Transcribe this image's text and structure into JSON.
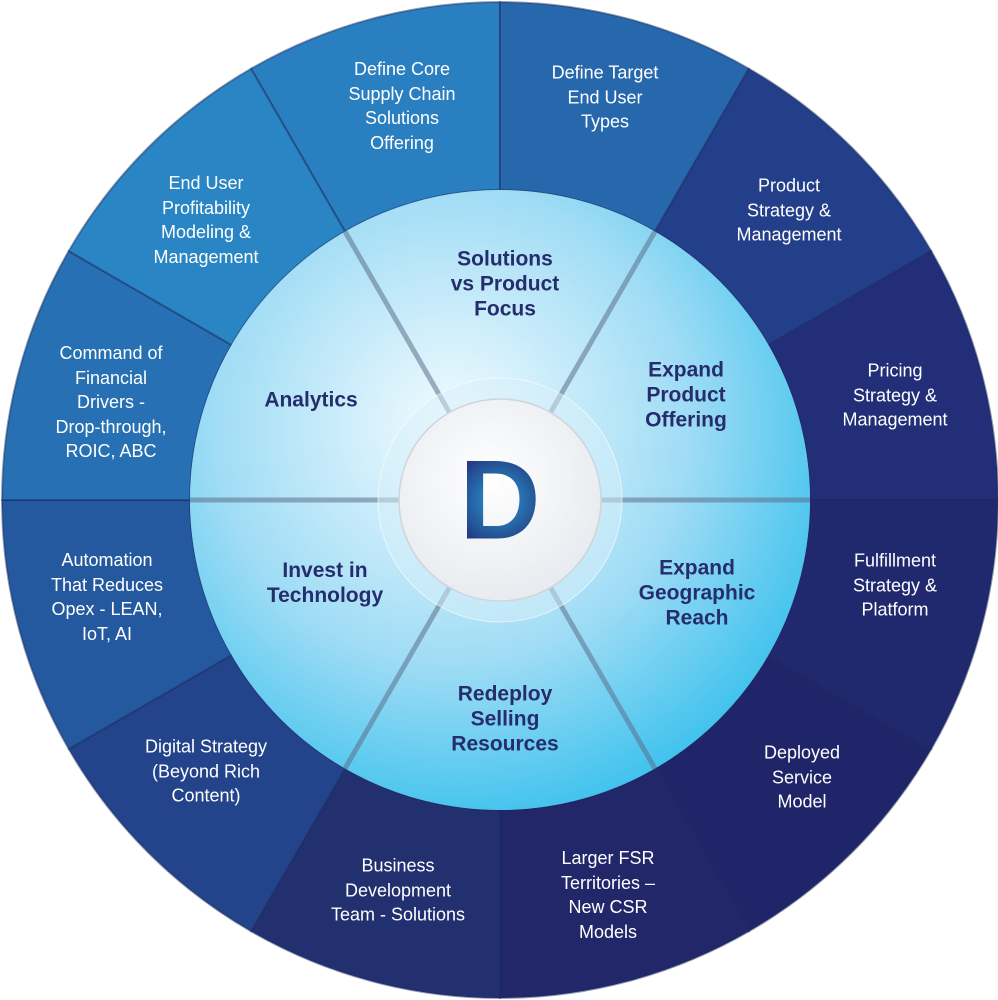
{
  "center": {
    "letter": "D"
  },
  "colors": {
    "outer_light": "#2a86c6",
    "outer_dark": "#1f276a",
    "inner_light": "#e8f7fd",
    "inner_dark": "#2fc0ee",
    "inner_text": "#262d6c"
  },
  "inner_segments": [
    {
      "lines": [
        "Solutions",
        "vs Product",
        "Focus"
      ]
    },
    {
      "lines": [
        "Expand",
        "Product",
        "Offering"
      ]
    },
    {
      "lines": [
        "Expand",
        "Geographic",
        "Reach"
      ]
    },
    {
      "lines": [
        "Redeploy",
        "Selling",
        "Resources"
      ]
    },
    {
      "lines": [
        "Invest in",
        "Technology"
      ]
    },
    {
      "lines": [
        "Analytics"
      ]
    }
  ],
  "outer_segments": [
    {
      "lines": [
        "Define Core",
        "Supply Chain",
        "Solutions",
        "Offering"
      ]
    },
    {
      "lines": [
        "Define Target",
        "End User",
        "Types"
      ]
    },
    {
      "lines": [
        "Product",
        "Strategy &",
        "Management"
      ]
    },
    {
      "lines": [
        "Pricing",
        "Strategy &",
        "Management"
      ]
    },
    {
      "lines": [
        "Fulfillment",
        "Strategy &",
        "Platform"
      ]
    },
    {
      "lines": [
        "Deployed",
        "Service",
        "Model"
      ]
    },
    {
      "lines": [
        "Larger FSR",
        "Territories –",
        "New CSR",
        "Models"
      ]
    },
    {
      "lines": [
        "Business",
        "Development",
        "Team - Solutions"
      ]
    },
    {
      "lines": [
        "Digital Strategy",
        "(Beyond Rich",
        "Content)"
      ]
    },
    {
      "lines": [
        "Automation",
        "That Reduces",
        "Opex - LEAN,",
        "IoT, AI"
      ]
    },
    {
      "lines": [
        "Command of",
        "Financial",
        "Drivers -",
        "Drop-through,",
        "ROIC, ABC"
      ]
    },
    {
      "lines": [
        "End User",
        "Profitability",
        "Modeling &",
        "Management"
      ]
    }
  ]
}
